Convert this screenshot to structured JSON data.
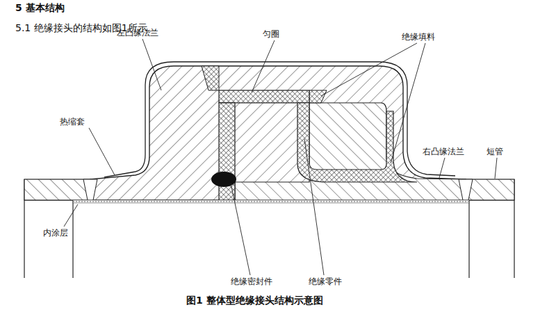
{
  "diagram": {
    "title": "5 基本结构",
    "caption": "图1 整体型绝缘接头结构示意图",
    "labels": [
      "5.1 绝缘接头的结构如图1所示。",
      "左凸缘法兰",
      "匀圈",
      "绝缘填料",
      "热缩套",
      "右凸缘法兰",
      "短管",
      "内涂层",
      "绝缘密封件",
      "绝缘零件"
    ]
  }
}
